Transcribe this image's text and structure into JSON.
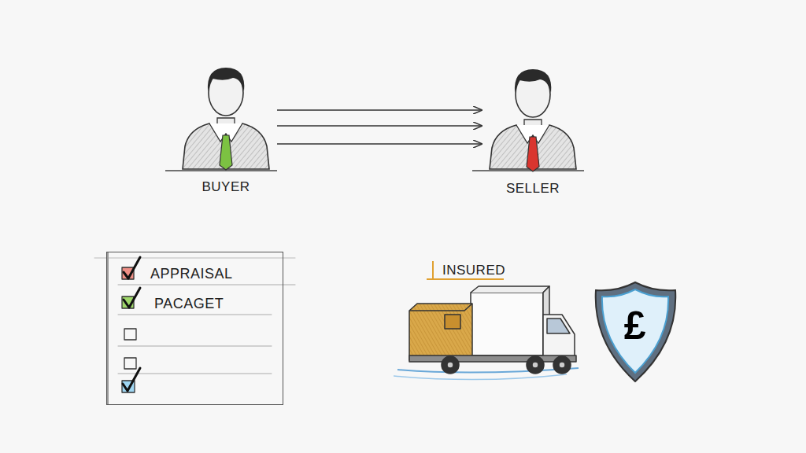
{
  "diagram": {
    "nodes": [
      {
        "text": [
          "BUYER"
        ]
      },
      {
        "text": [
          "SELLER"
        ]
      },
      {
        "text": [
          "APPRAISAL",
          "PACAGET"
        ]
      },
      {
        "text": [
          "£"
        ]
      }
    ],
    "edges": [
      {
        "from": 0,
        "to": 1,
        "arrow": "to"
      },
      {
        "from": 0,
        "to": 1,
        "arrow": "to"
      },
      {
        "from": 0,
        "to": 1,
        "arrow": "to"
      }
    ],
    "labels": [
      "INSURED"
    ]
  }
}
